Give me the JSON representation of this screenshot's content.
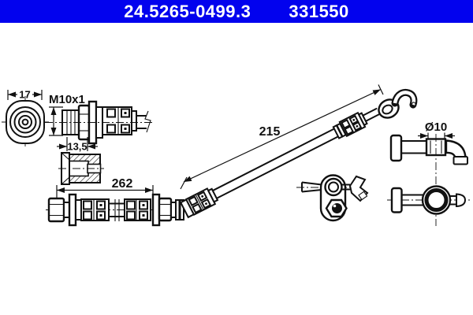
{
  "header": {
    "part_number": "24.5265-0499.3",
    "catalog_number": "331550",
    "bg_color": "#0202ee",
    "text_color": "#ffffff"
  },
  "dimensions": {
    "end_view_width": "17",
    "thread_spec": "M10x1",
    "fitting_length": "13,5",
    "hose_length_lower": "262",
    "hose_length_upper": "215",
    "pipe_diameter": "Ø10"
  },
  "colors": {
    "line": "#111111",
    "background": "#ffffff"
  }
}
